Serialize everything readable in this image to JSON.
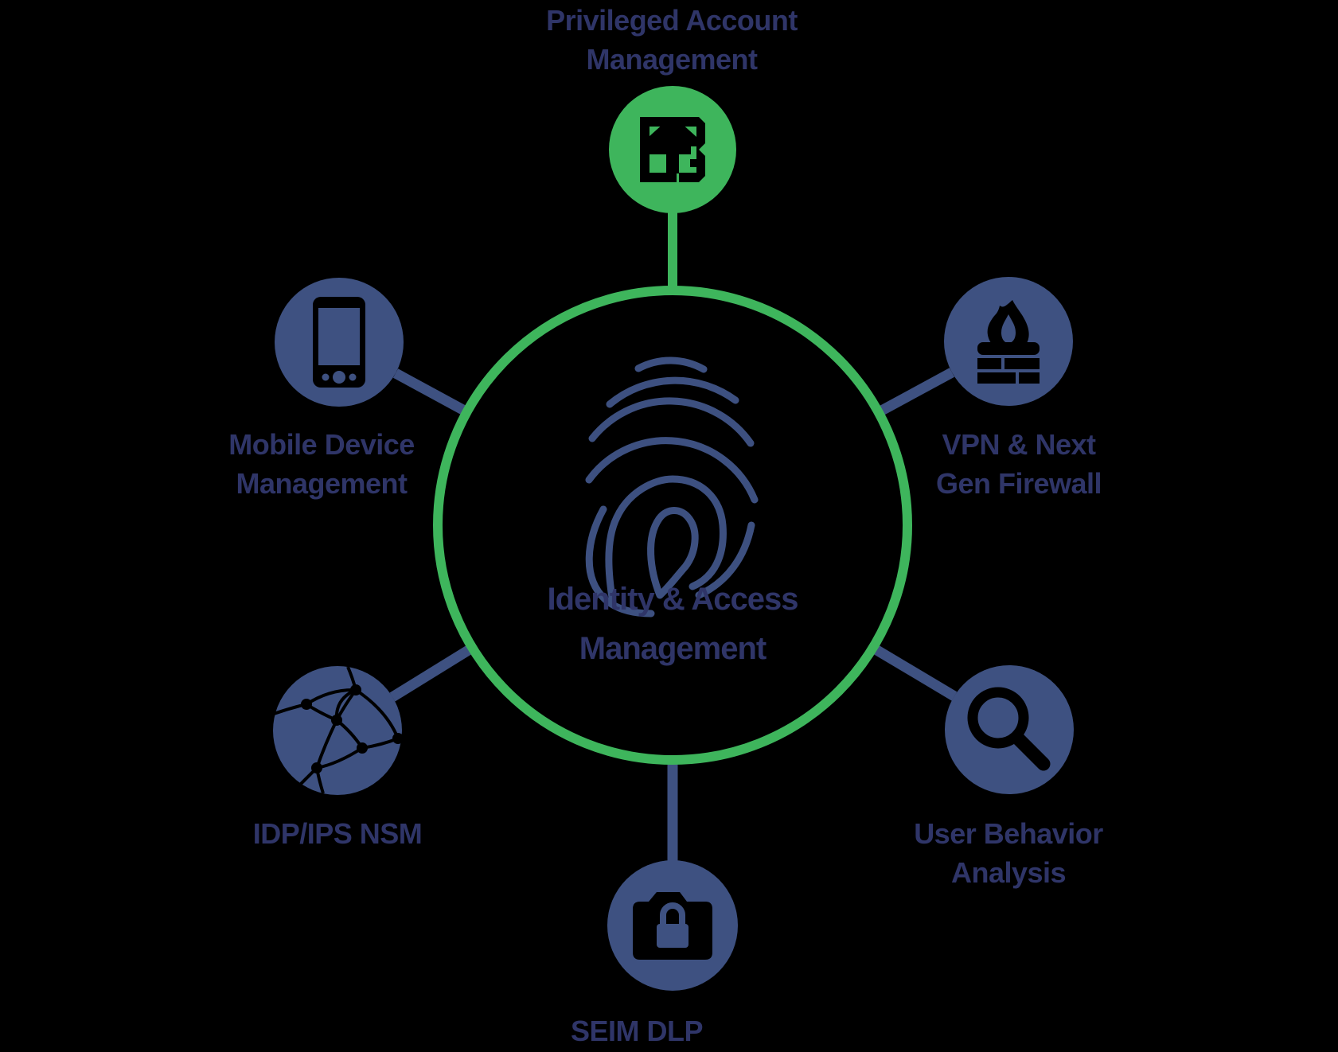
{
  "diagram": {
    "type": "radial-hub-diagram",
    "background": "#000000",
    "colors": {
      "accent_green": "#3eb55c",
      "node_blue": "#3e5181",
      "label_navy": "#2f3568",
      "fingerprint_stroke": "#3d5080",
      "icon_cutout": "#000000"
    },
    "center": {
      "lines": [
        "Identity & Access",
        "Management"
      ],
      "icon": "fingerprint-icon",
      "ring_color": "#3eb55c"
    },
    "nodes": [
      {
        "id": "privileged-account-management",
        "lines": [
          "Privileged Account",
          "Management"
        ],
        "icon": "vendor-logo-icon",
        "circle_color": "#3eb55c",
        "connector_color": "#3eb55c",
        "position": "top"
      },
      {
        "id": "vpn-next-gen-firewall",
        "lines": [
          "VPN & Next",
          "Gen Firewall"
        ],
        "icon": "firewall-icon",
        "circle_color": "#3e5181",
        "connector_color": "#3e5181",
        "position": "top-right"
      },
      {
        "id": "user-behavior-analysis",
        "lines": [
          "User Behavior",
          "Analysis"
        ],
        "icon": "magnifier-icon",
        "circle_color": "#3e5181",
        "connector_color": "#3e5181",
        "position": "bottom-right"
      },
      {
        "id": "seim-dlp",
        "lines": [
          "SEIM DLP"
        ],
        "icon": "secure-folder-icon",
        "circle_color": "#3e5181",
        "connector_color": "#3e5181",
        "position": "bottom"
      },
      {
        "id": "idp-ips-nsm",
        "lines": [
          "IDP/IPS NSM"
        ],
        "icon": "network-globe-icon",
        "circle_color": "#3e5181",
        "connector_color": "#3e5181",
        "position": "bottom-left"
      },
      {
        "id": "mobile-device-management",
        "lines": [
          "Mobile Device",
          "Management"
        ],
        "icon": "smartphone-icon",
        "circle_color": "#3e5181",
        "connector_color": "#3e5181",
        "position": "top-left"
      }
    ]
  }
}
